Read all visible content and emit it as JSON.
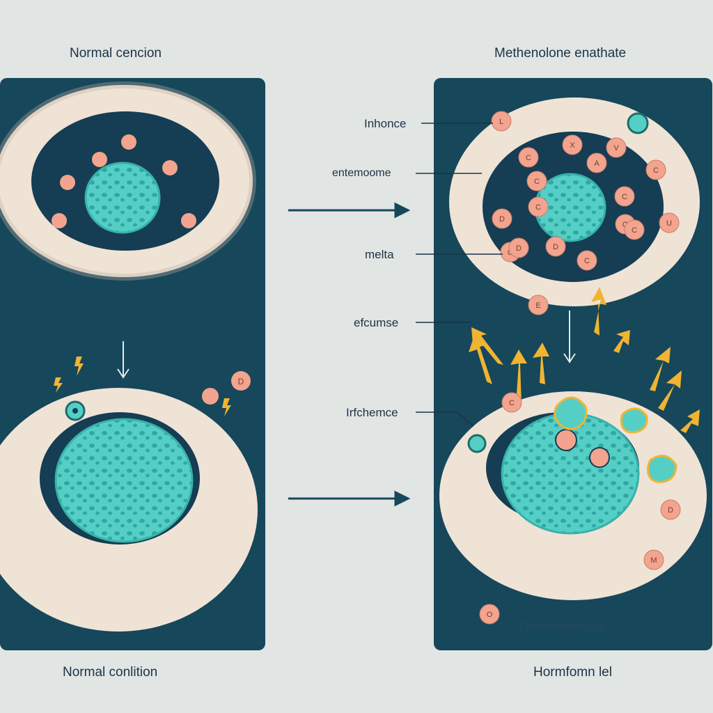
{
  "left": {
    "title_top": "Normal cencion",
    "title_bottom": "Normal conlition"
  },
  "right": {
    "title_top": "Methenolone enathate",
    "title_bottom": "Hormfomn lel",
    "callouts": [
      "Inhonce",
      "entemoome",
      "melta",
      "efcumse",
      "Irfchemce",
      "Ehememenonase"
    ],
    "top_marker_letters": [
      "L",
      "X",
      "C",
      "A",
      "V",
      "C",
      "C",
      "C",
      "O",
      "O",
      "U",
      "D",
      "C",
      "C",
      "C",
      "D",
      "D"
    ],
    "mid_marker_letters": [
      "E"
    ],
    "bottom_marker_letters": [
      "C",
      "D",
      "M",
      "O"
    ]
  },
  "left_bottom_marker_letters": [
    "D"
  ],
  "colors": {
    "background": "#e1e5e3",
    "panel": "#16475b",
    "membrane": "#efe3d6",
    "cell_interior": "#153d53",
    "nucleus": "#55cfc6",
    "marker": "#f2a48e",
    "arrow_yellow": "#f0b432"
  }
}
